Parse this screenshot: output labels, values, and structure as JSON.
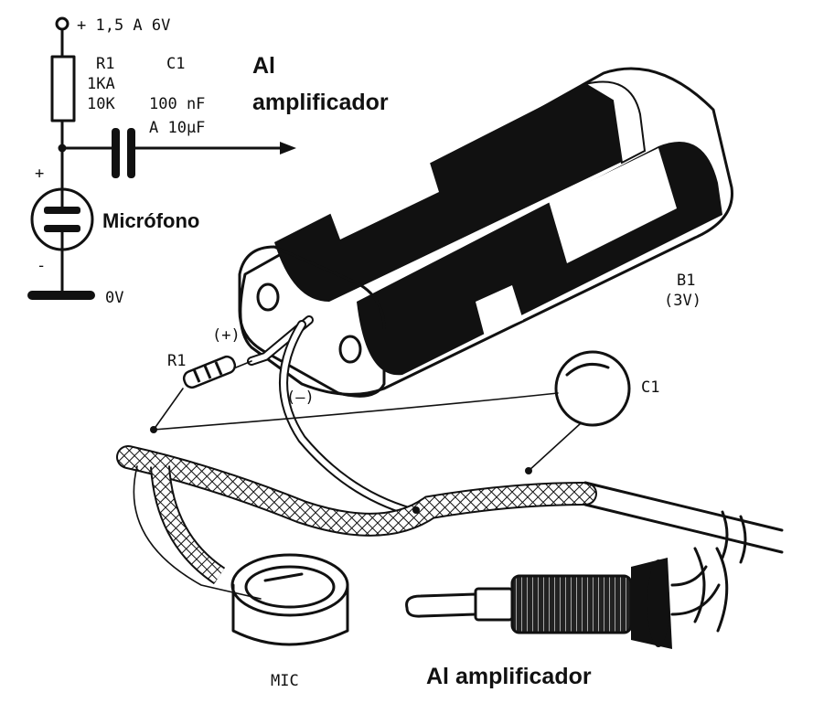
{
  "schematic": {
    "supply": "+ 1,5 A 6V",
    "r1_name": "R1",
    "r1_value_a": "1KA",
    "r1_value_b": "10K",
    "c1_name": "C1",
    "c1_value_a": "100 nF",
    "c1_value_b": "A 10µF",
    "plus": "+",
    "minus": "-",
    "ground": "0V",
    "microphone": "Micrófono",
    "output_a": "Al",
    "output_b": "amplificador"
  },
  "drawing": {
    "plus_lead": "(+)",
    "minus_lead": "(–)",
    "resistor": "R1",
    "battery_name": "B1",
    "battery_value": "(3V)",
    "capacitor": "C1",
    "mic": "MIC",
    "output": "Al amplificador"
  }
}
